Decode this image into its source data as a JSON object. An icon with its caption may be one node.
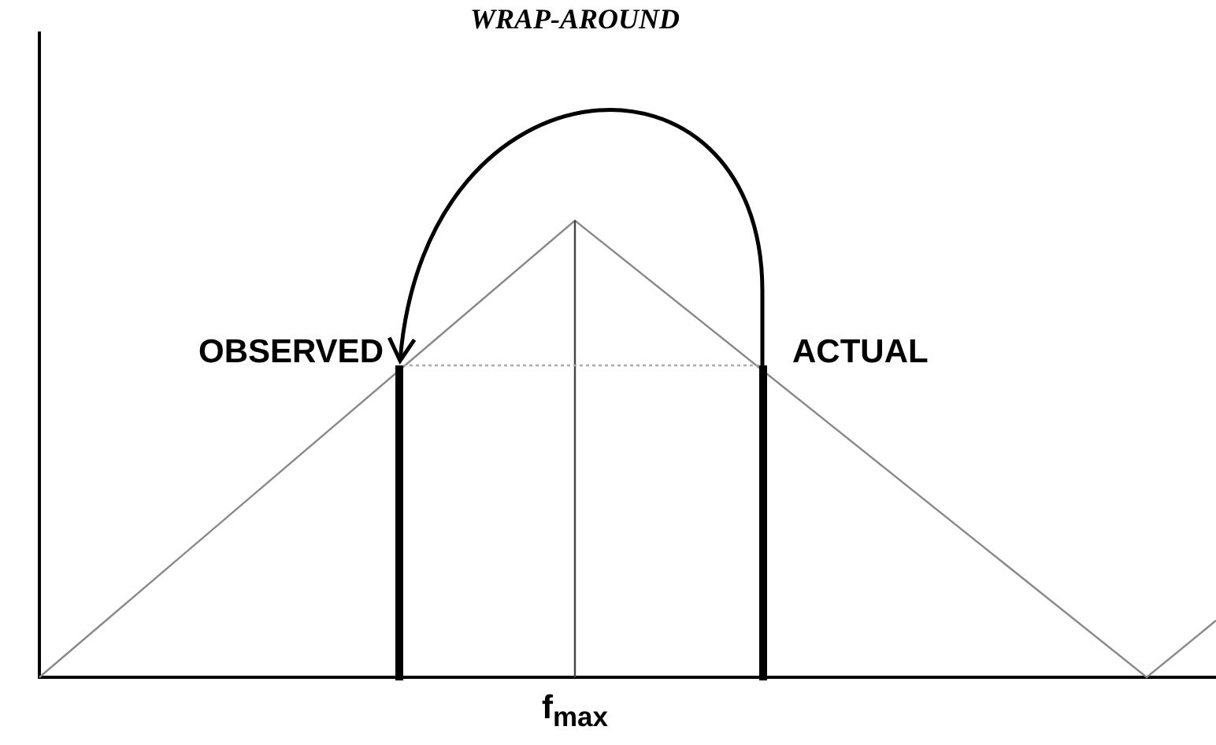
{
  "diagram": {
    "nodes": [
      {
        "text": [],
        "shape": "bar",
        "beside": [
          "OBSERVED"
        ]
      },
      {
        "text": [],
        "shape": "bar",
        "beside": [
          "ACTUAL"
        ]
      }
    ],
    "edges": [
      {
        "from": 1,
        "to": 0,
        "arrow": "to",
        "label": "WRAP-AROUND"
      }
    ],
    "labels": [
      "f$_{max}$"
    ]
  }
}
